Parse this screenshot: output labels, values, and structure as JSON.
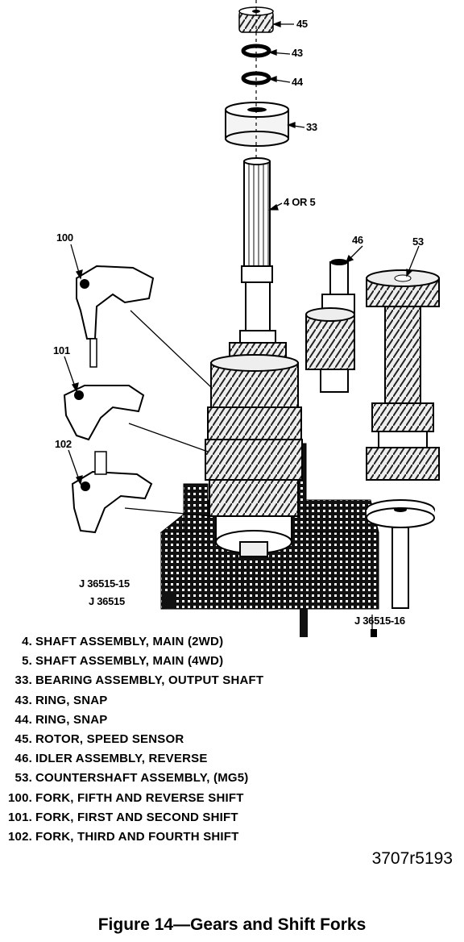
{
  "callouts": {
    "c45": "45",
    "c43": "43",
    "c44": "44",
    "c33": "33",
    "c4or5": "4 OR 5",
    "c100": "100",
    "c46": "46",
    "c53": "53",
    "c101": "101",
    "c102": "102",
    "tool_j1": "J 36515-15",
    "tool_j2": "J 36515",
    "tool_j3": "J 36515-16"
  },
  "legend": [
    {
      "num": "4.",
      "text": "SHAFT ASSEMBLY, MAIN (2WD)"
    },
    {
      "num": "5.",
      "text": "SHAFT ASSEMBLY, MAIN (4WD)"
    },
    {
      "num": "33.",
      "text": "BEARING ASSEMBLY, OUTPUT SHAFT"
    },
    {
      "num": "43.",
      "text": "RING, SNAP"
    },
    {
      "num": "44.",
      "text": "RING, SNAP"
    },
    {
      "num": "45.",
      "text": "ROTOR, SPEED SENSOR"
    },
    {
      "num": "46.",
      "text": "IDLER ASSEMBLY, REVERSE"
    },
    {
      "num": "53.",
      "text": "COUNTERSHAFT ASSEMBLY, (MG5)"
    },
    {
      "num": "100.",
      "text": "FORK, FIFTH AND REVERSE SHIFT"
    },
    {
      "num": "101.",
      "text": "FORK, FIRST AND SECOND SHIFT"
    },
    {
      "num": "102.",
      "text": "FORK, THIRD AND FOURTH SHIFT"
    }
  ],
  "figure_code": "3707r5193",
  "caption": "Figure 14—Gears and Shift Forks"
}
